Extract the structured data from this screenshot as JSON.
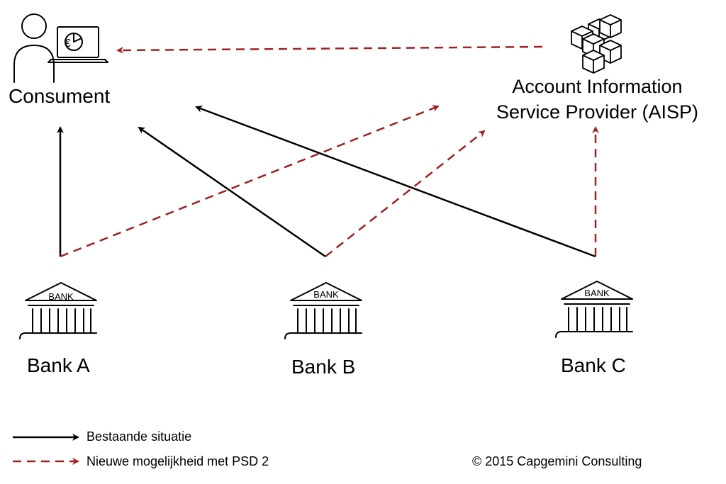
{
  "consumer": {
    "label": "Consument"
  },
  "aisp": {
    "line1": "Account Information",
    "line2": "Service Provider (AISP)"
  },
  "banks": [
    {
      "label": "Bank A",
      "sign": "BANK"
    },
    {
      "label": "Bank B",
      "sign": "BANK"
    },
    {
      "label": "Bank C",
      "sign": "BANK"
    }
  ],
  "legend": {
    "solid": "Bestaande situatie",
    "dashed": "Nieuwe mogelijkheid met PSD 2"
  },
  "copyright": "© 2015 Capgemini Consulting",
  "colors": {
    "solid": "#000000",
    "dashed": "#a32020"
  },
  "icons": {
    "consumer": "person-laptop-euro-icon",
    "aisp": "cubes-icon",
    "bank": "bank-building-icon"
  }
}
